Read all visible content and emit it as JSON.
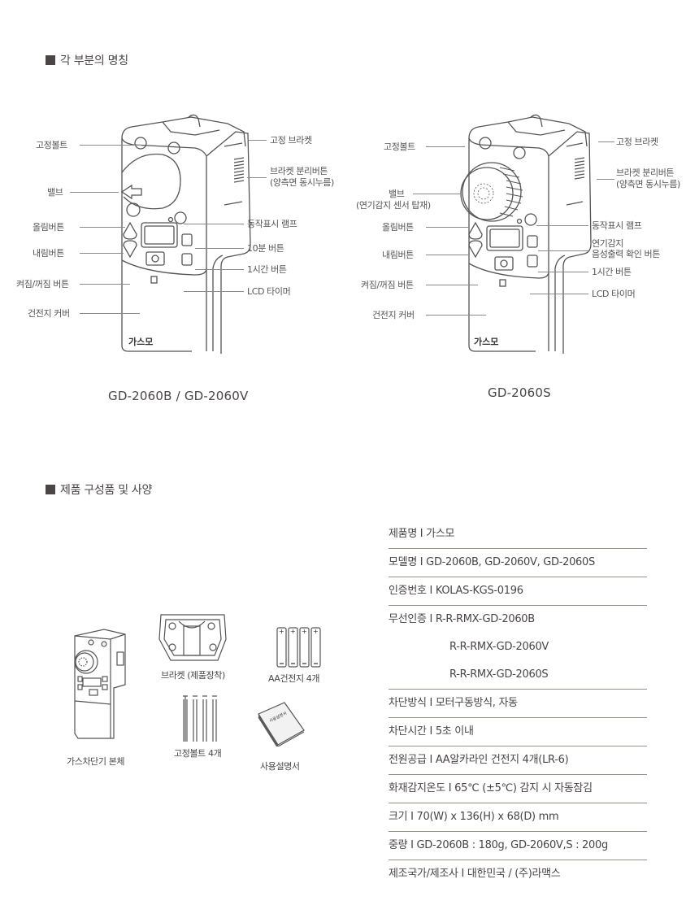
{
  "sections": {
    "parts": {
      "title": "각 부분의 명칭"
    },
    "components": {
      "title": "제품 구성품 및 사양"
    }
  },
  "device_b": {
    "model_label": "GD-2060B / GD-2060V",
    "brand_mark": "가스모",
    "callouts_left": [
      "고정볼트",
      "밸브",
      "올림버튼",
      "내림버튼",
      "켜짐/꺼짐 버튼",
      "건전지 커버"
    ],
    "callouts_right": [
      "고정 브라켓",
      "브라켓 분리버튼",
      "(양측면 동시누름)",
      "동작표시 램프",
      "10분 버튼",
      "1시간 버튼",
      "LCD 타이머"
    ]
  },
  "device_s": {
    "model_label": "GD-2060S",
    "brand_mark": "가스모",
    "callouts_left": [
      "고정볼트",
      "밸브",
      "(연기감지 센서 탑재)",
      "올림버튼",
      "내림버튼",
      "켜짐/꺼짐 버튼",
      "건전지 커버"
    ],
    "callouts_right": [
      "고정 브라켓",
      "브라켓 분리버튼",
      "(양측면 동시누름)",
      "동작표시 램프",
      "연기감지",
      "음성출력 확인 버튼",
      "1시간 버튼",
      "LCD 타이머"
    ]
  },
  "components": [
    {
      "label": "가스차단기 본체",
      "icon": "gas-valve-device-icon"
    },
    {
      "label": "브라켓 (제품장착)",
      "icon": "bracket-icon"
    },
    {
      "label": "AA건전지 4개",
      "icon": "aa-batteries-icon"
    },
    {
      "label": "고정볼트 4개",
      "icon": "bolts-icon"
    },
    {
      "label": "사용설명서",
      "icon": "manual-icon",
      "cover_text": "사용설명서"
    }
  ],
  "specs": [
    {
      "lines": [
        "제품명 I 가스모"
      ]
    },
    {
      "lines": [
        "모델명 I GD-2060B, GD-2060V, GD-2060S"
      ]
    },
    {
      "lines": [
        "인증번호 I KOLAS-KGS-0196"
      ]
    },
    {
      "lines": [
        "무선인증 I  R-R-RMX-GD-2060B",
        "R-R-RMX-GD-2060V",
        "R-R-RMX-GD-2060S"
      ]
    },
    {
      "lines": [
        "차단방식 I 모터구동방식, 자동"
      ]
    },
    {
      "lines": [
        "차단시간 I 5초 이내"
      ]
    },
    {
      "lines": [
        "전원공급 I AA알카라인 건전지 4개(LR-6)"
      ]
    },
    {
      "lines": [
        "화재감지온도 I 65℃ (±5℃) 감지 시 자동잠김"
      ]
    },
    {
      "lines": [
        "크기 I 70(W) x 136(H) x 68(D) mm"
      ]
    },
    {
      "lines": [
        "중량 I GD-2060B : 180g, GD-2060V,S : 200g"
      ]
    },
    {
      "lines": [
        "제조국가/제조사 I 대한민국 / (주)라맥스"
      ]
    }
  ],
  "colors": {
    "text": "#4a4446",
    "rule": "#9b9088",
    "line_art": "#555555"
  }
}
